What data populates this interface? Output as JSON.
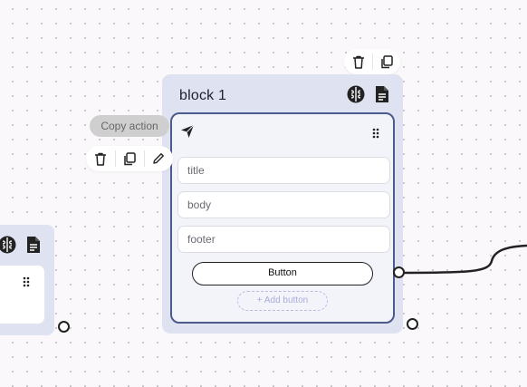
{
  "block": {
    "title": "block 1",
    "fields": [
      {
        "placeholder": "title"
      },
      {
        "placeholder": "body"
      },
      {
        "placeholder": "footer"
      }
    ],
    "button_label": "Button",
    "add_button_label": "+ Add button"
  },
  "tooltip": "Copy action",
  "icons": {
    "block_header": [
      "brain-icon",
      "document-icon"
    ],
    "block_toolbar": [
      "trash-icon",
      "copy-icon"
    ],
    "action_toolbar": [
      "trash-icon",
      "copy-icon",
      "pencil-icon"
    ],
    "action_card": [
      "send-icon",
      "drag-handle-icon"
    ]
  },
  "colors": {
    "block_bg": "#dfe3f1",
    "card_border": "#4c5a8c",
    "edge": "#222222",
    "add_button": "#a9acd9"
  }
}
